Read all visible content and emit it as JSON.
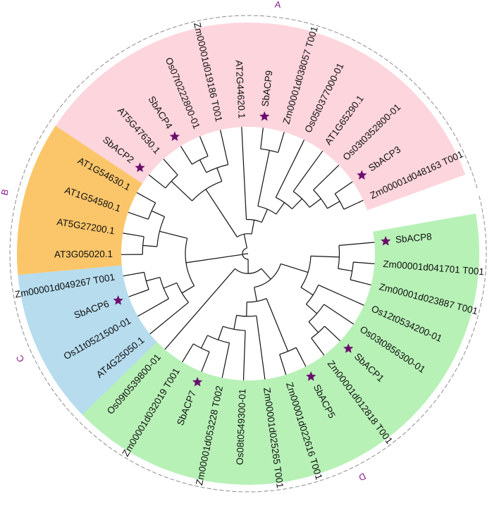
{
  "colors": {
    "A": "#fdd5dd",
    "B": "#fbc66a",
    "C": "#b6dcee",
    "D": "#b7f1b6",
    "star": "#6b0f6d",
    "group_label": "#8a1a8c",
    "branch": "#111111"
  },
  "groups": [
    {
      "id": "A",
      "label": "A"
    },
    {
      "id": "B",
      "label": "B"
    },
    {
      "id": "C",
      "label": "C"
    },
    {
      "id": "D",
      "label": "D"
    }
  ],
  "leaves": [
    {
      "label": "SbACP8",
      "group": "D",
      "star": true
    },
    {
      "label": "Zm00001d041701 T001",
      "group": "D",
      "star": false
    },
    {
      "label": "Zm00001d023887 T001",
      "group": "D",
      "star": false
    },
    {
      "label": "Os12t0534200-01",
      "group": "D",
      "star": false
    },
    {
      "label": "Os03t0856300-01",
      "group": "D",
      "star": false
    },
    {
      "label": "SbACP1",
      "group": "D",
      "star": true
    },
    {
      "label": "Zm00001d012818 T001",
      "group": "D",
      "star": false
    },
    {
      "label": "SbACP5",
      "group": "D",
      "star": true
    },
    {
      "label": "Zm00001d022616 T001",
      "group": "D",
      "star": false
    },
    {
      "label": "Zm00001d025265 T001",
      "group": "D",
      "star": false
    },
    {
      "label": "Os08t0549300-01",
      "group": "D",
      "star": false
    },
    {
      "label": "Zm00001d053228 T002",
      "group": "D",
      "star": false
    },
    {
      "label": "SbACP7",
      "group": "D",
      "star": true
    },
    {
      "label": "Zm00001d032019 T001",
      "group": "D",
      "star": false
    },
    {
      "label": "Os09t0539800-01",
      "group": "D",
      "star": false
    },
    {
      "label": "AT4G25050.1",
      "group": "C",
      "star": false
    },
    {
      "label": "Os11t0521500-01",
      "group": "C",
      "star": false
    },
    {
      "label": "SbACP6",
      "group": "C",
      "star": true
    },
    {
      "label": "Zm00001d049267 T001",
      "group": "C",
      "star": false
    },
    {
      "label": "AT3G05020.1",
      "group": "B",
      "star": false
    },
    {
      "label": "AT5G27200.1",
      "group": "B",
      "star": false
    },
    {
      "label": "AT1G54580.1",
      "group": "B",
      "star": false
    },
    {
      "label": "AT1G54630.1",
      "group": "B",
      "star": false
    },
    {
      "label": "SbACP2",
      "group": "A",
      "star": true
    },
    {
      "label": "AT5G47630.1",
      "group": "A",
      "star": false
    },
    {
      "label": "SbACP4",
      "group": "A",
      "star": true
    },
    {
      "label": "Os07t0222800-01",
      "group": "A",
      "star": false
    },
    {
      "label": "Zm00001d019186 T001",
      "group": "A",
      "star": false
    },
    {
      "label": "AT2G44620.1",
      "group": "A",
      "star": false
    },
    {
      "label": "SbACP9",
      "group": "A",
      "star": true
    },
    {
      "label": "Zm00001d038057 T001",
      "group": "A",
      "star": false
    },
    {
      "label": "Os05t0377000-01",
      "group": "A",
      "star": false
    },
    {
      "label": "AT1G65290.1",
      "group": "A",
      "star": false
    },
    {
      "label": "Os03t0352800-01",
      "group": "A",
      "star": false
    },
    {
      "label": "SbACP3",
      "group": "A",
      "star": true
    },
    {
      "label": "Zm00001d048163 T001",
      "group": "A",
      "star": false
    }
  ],
  "tree": [
    [
      [
        [
          [
            0,
            [
              1,
              2
            ]
          ],
          [
            3,
            [
              4,
              [
                5,
                6
              ]
            ]
          ]
        ],
        [
          [
            7,
            8
          ],
          [
            9,
            [
              10,
              [
                11,
                [
                  12,
                  13
                ]
              ]
            ]
          ]
        ]
      ],
      14
    ],
    [
      [
        15,
        [
          16,
          [
            17,
            18
          ]
        ]
      ],
      [
        [
          19,
          20
        ],
        [
          21,
          22
        ]
      ]
    ],
    [
      [
        [
          23,
          24
        ],
        [
          [
            25,
            26
          ],
          27
        ]
      ],
      [
        28,
        [
          [
            29,
            30
          ],
          [
            31,
            [
              32,
              [
                33,
                [
                  34,
                  35
                ]
              ]
            ]
          ]
        ]
      ]
    ]
  ]
}
